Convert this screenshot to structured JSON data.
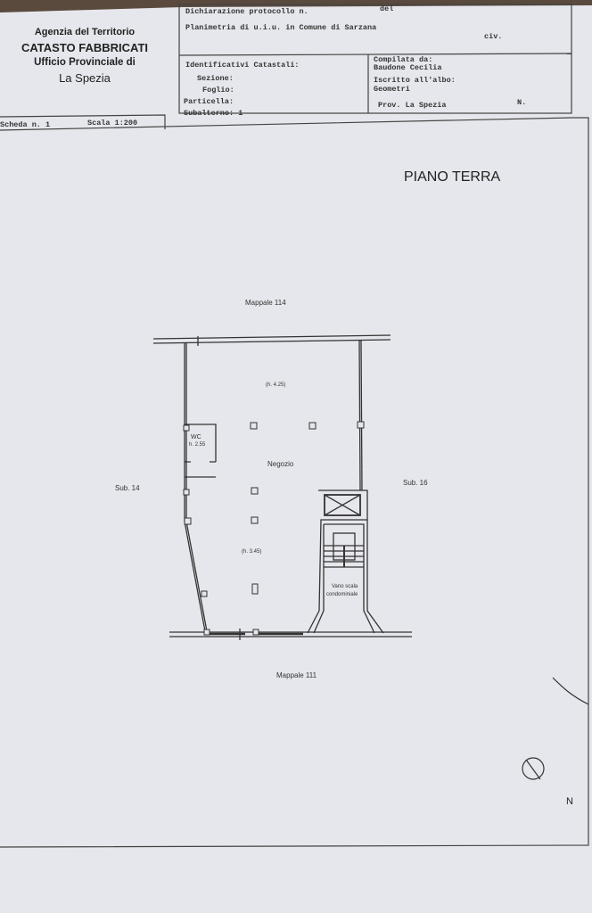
{
  "office": {
    "agency": "Agenzia del Territorio",
    "department": "CATASTO FABBRICATI",
    "office": "Ufficio Provinciale di",
    "city": "La Spezia"
  },
  "declaration": {
    "protocol": "Dichiarazione protocollo n.",
    "date_label": "del",
    "plan_title": "Planimetria di u.i.u. in Comune di Sarzana",
    "civ": "civ."
  },
  "identifiers": {
    "title": "Identificativi Catastali:",
    "sezione": "Sezione:",
    "foglio": "Foglio:",
    "particella": "Particella:",
    "subalterno": "Subalterno: 1"
  },
  "compiler": {
    "label": "Compilata da:",
    "name": "Baudone Cecilia",
    "register_label": "Iscritto all'albo:",
    "register": "Geometri",
    "province": "Prov. La Spezia",
    "number": "N."
  },
  "sheet": {
    "scheda": "Scheda n. 1",
    "scale": "Scala 1:200"
  },
  "plan": {
    "floor": "PIANO TERRA",
    "north_boundary": "Mappale 114",
    "south_boundary": "Mappale 111",
    "west_boundary": "Sub. 14",
    "east_boundary": "Sub. 16",
    "height_top": "(h. 4.25)",
    "wc": "WC",
    "wc_height": "h. 2.55",
    "room": "Negozio",
    "height_bottom": "(h. 3.45)",
    "stair_line1": "Vano scala",
    "stair_line2": "condominiale",
    "north": "N"
  }
}
